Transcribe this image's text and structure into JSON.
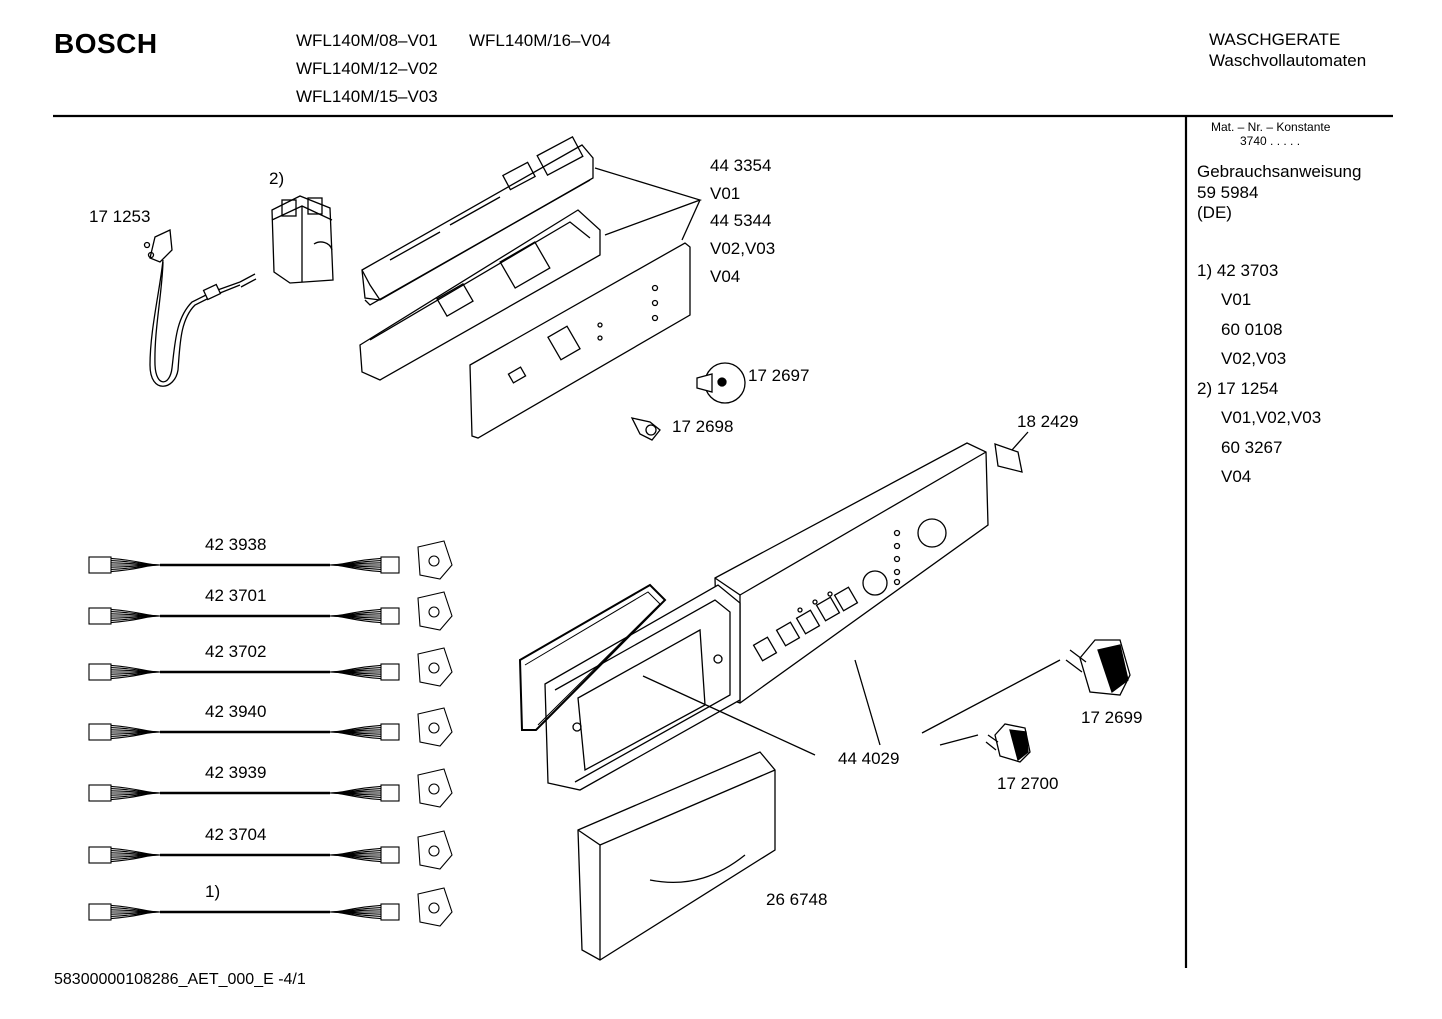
{
  "header": {
    "brand": "BOSCH",
    "models": [
      "WFL140M/08–V01",
      "WFL140M/16–V04",
      "WFL140M/12–V02",
      "WFL140M/15–V03"
    ],
    "category": "WASCHGERATE",
    "subcategory": "Waschvollautomaten"
  },
  "sidebar": {
    "mat_label": "Mat. – Nr. – Konstante",
    "mat_value": "3740  .  .  .  .  .",
    "manual_title": "Gebrauchsanweisung",
    "manual_number": "59 5984",
    "manual_lang": "(DE)",
    "notes": [
      "1)  42 3703",
      "V01",
      "60 0108",
      "V02,V03",
      "2)  17 1254",
      "V01,V02,V03",
      "60 3267",
      "V04"
    ]
  },
  "parts": {
    "cable": "17 1253",
    "note2": "2)",
    "module_a": "44 3354",
    "module_a_var": "V01",
    "module_b": "44 5344",
    "module_b_var1": "V02,V03",
    "module_b_var2": "V04",
    "knob_small_a": "17 2697",
    "knob_small_b": "17 2698",
    "clip": "18 2429",
    "panel": "44 4029",
    "knob_large": "17 2699",
    "knob_medium": "17 2700",
    "drawer": "26 6748"
  },
  "harnesses": [
    "42 3938",
    "42 3701",
    "42 3702",
    "42 3940",
    "42 3939",
    "42 3704",
    "1)"
  ],
  "footer": {
    "doc_id": "58300000108286_AET_000_E -4/1"
  }
}
